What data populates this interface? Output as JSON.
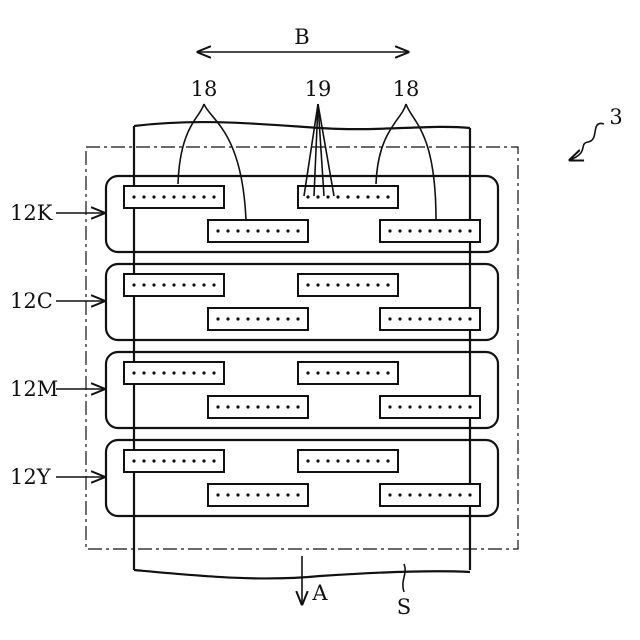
{
  "labels": {
    "direction_b": "B",
    "direction_a": "A",
    "figure_ref": "3",
    "sheet": "S",
    "nozzle_ref": "18",
    "nozzle_ref_right": "18",
    "nozzle_hole_ref": "19"
  },
  "heads": [
    {
      "label": "12K"
    },
    {
      "label": "12C"
    },
    {
      "label": "12M"
    },
    {
      "label": "12Y"
    }
  ]
}
